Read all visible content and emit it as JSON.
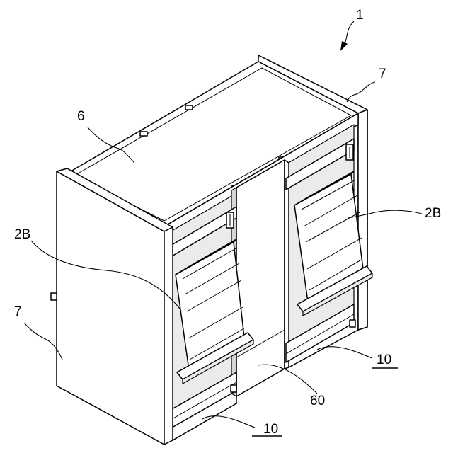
{
  "labels": {
    "ref_1": "1",
    "ref_7_right": "7",
    "ref_6": "6",
    "ref_2b_right": "2B",
    "ref_2b_left": "2B",
    "ref_7_left": "7",
    "ref_60": "60",
    "ref_10_right": "10",
    "ref_10_bottom": "10"
  }
}
